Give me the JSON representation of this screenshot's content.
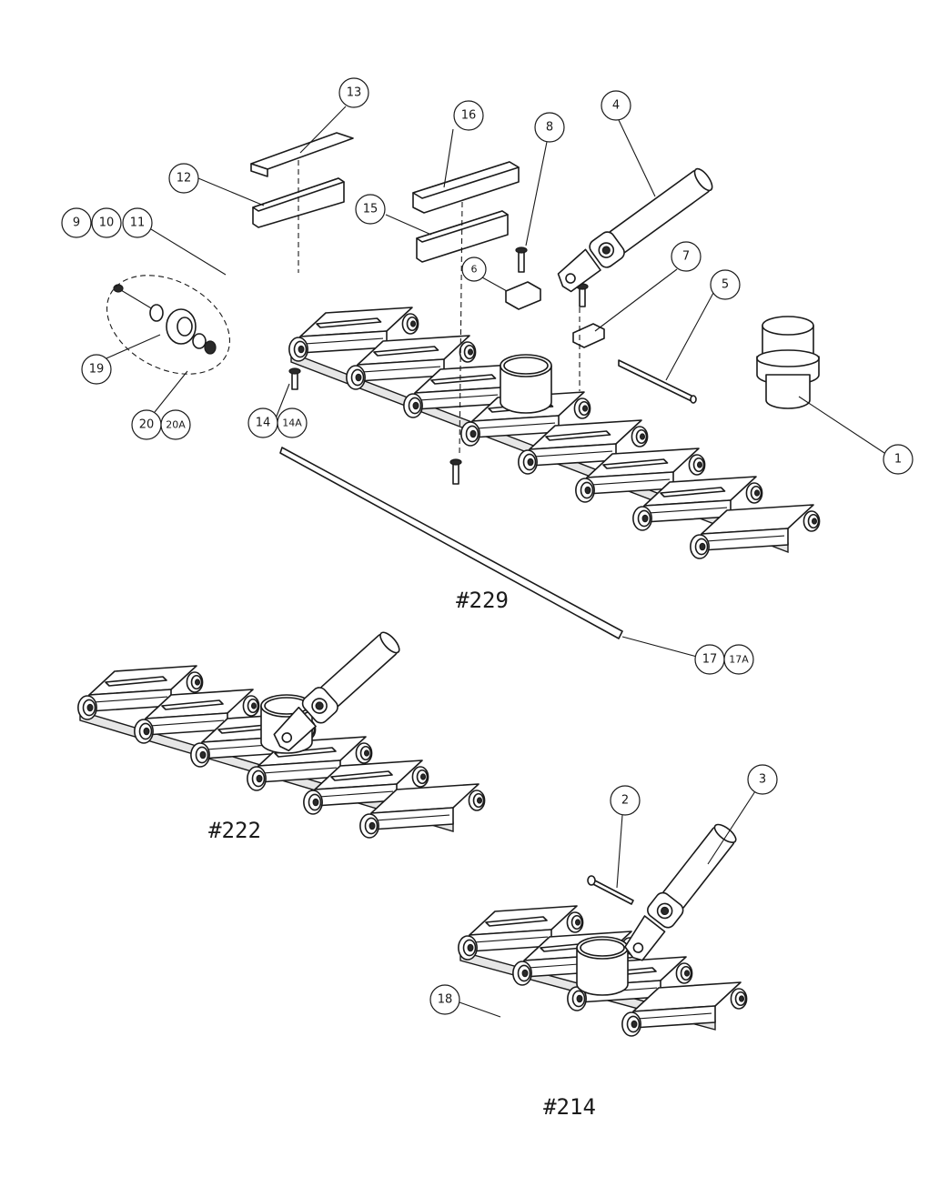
{
  "callouts": [
    "13",
    "12",
    "9",
    "10",
    "11",
    "19",
    "20",
    "20A",
    "16",
    "15",
    "8",
    "6",
    "4",
    "7",
    "5",
    "1",
    "14",
    "14A",
    "17",
    "17A",
    "3",
    "2",
    "18"
  ],
  "models": [
    "#229",
    "#222",
    "#214"
  ],
  "colors": {
    "line": "#1a1a1a",
    "background": "#ffffff"
  },
  "icons": [
    "exploded-assembly-drawing"
  ]
}
